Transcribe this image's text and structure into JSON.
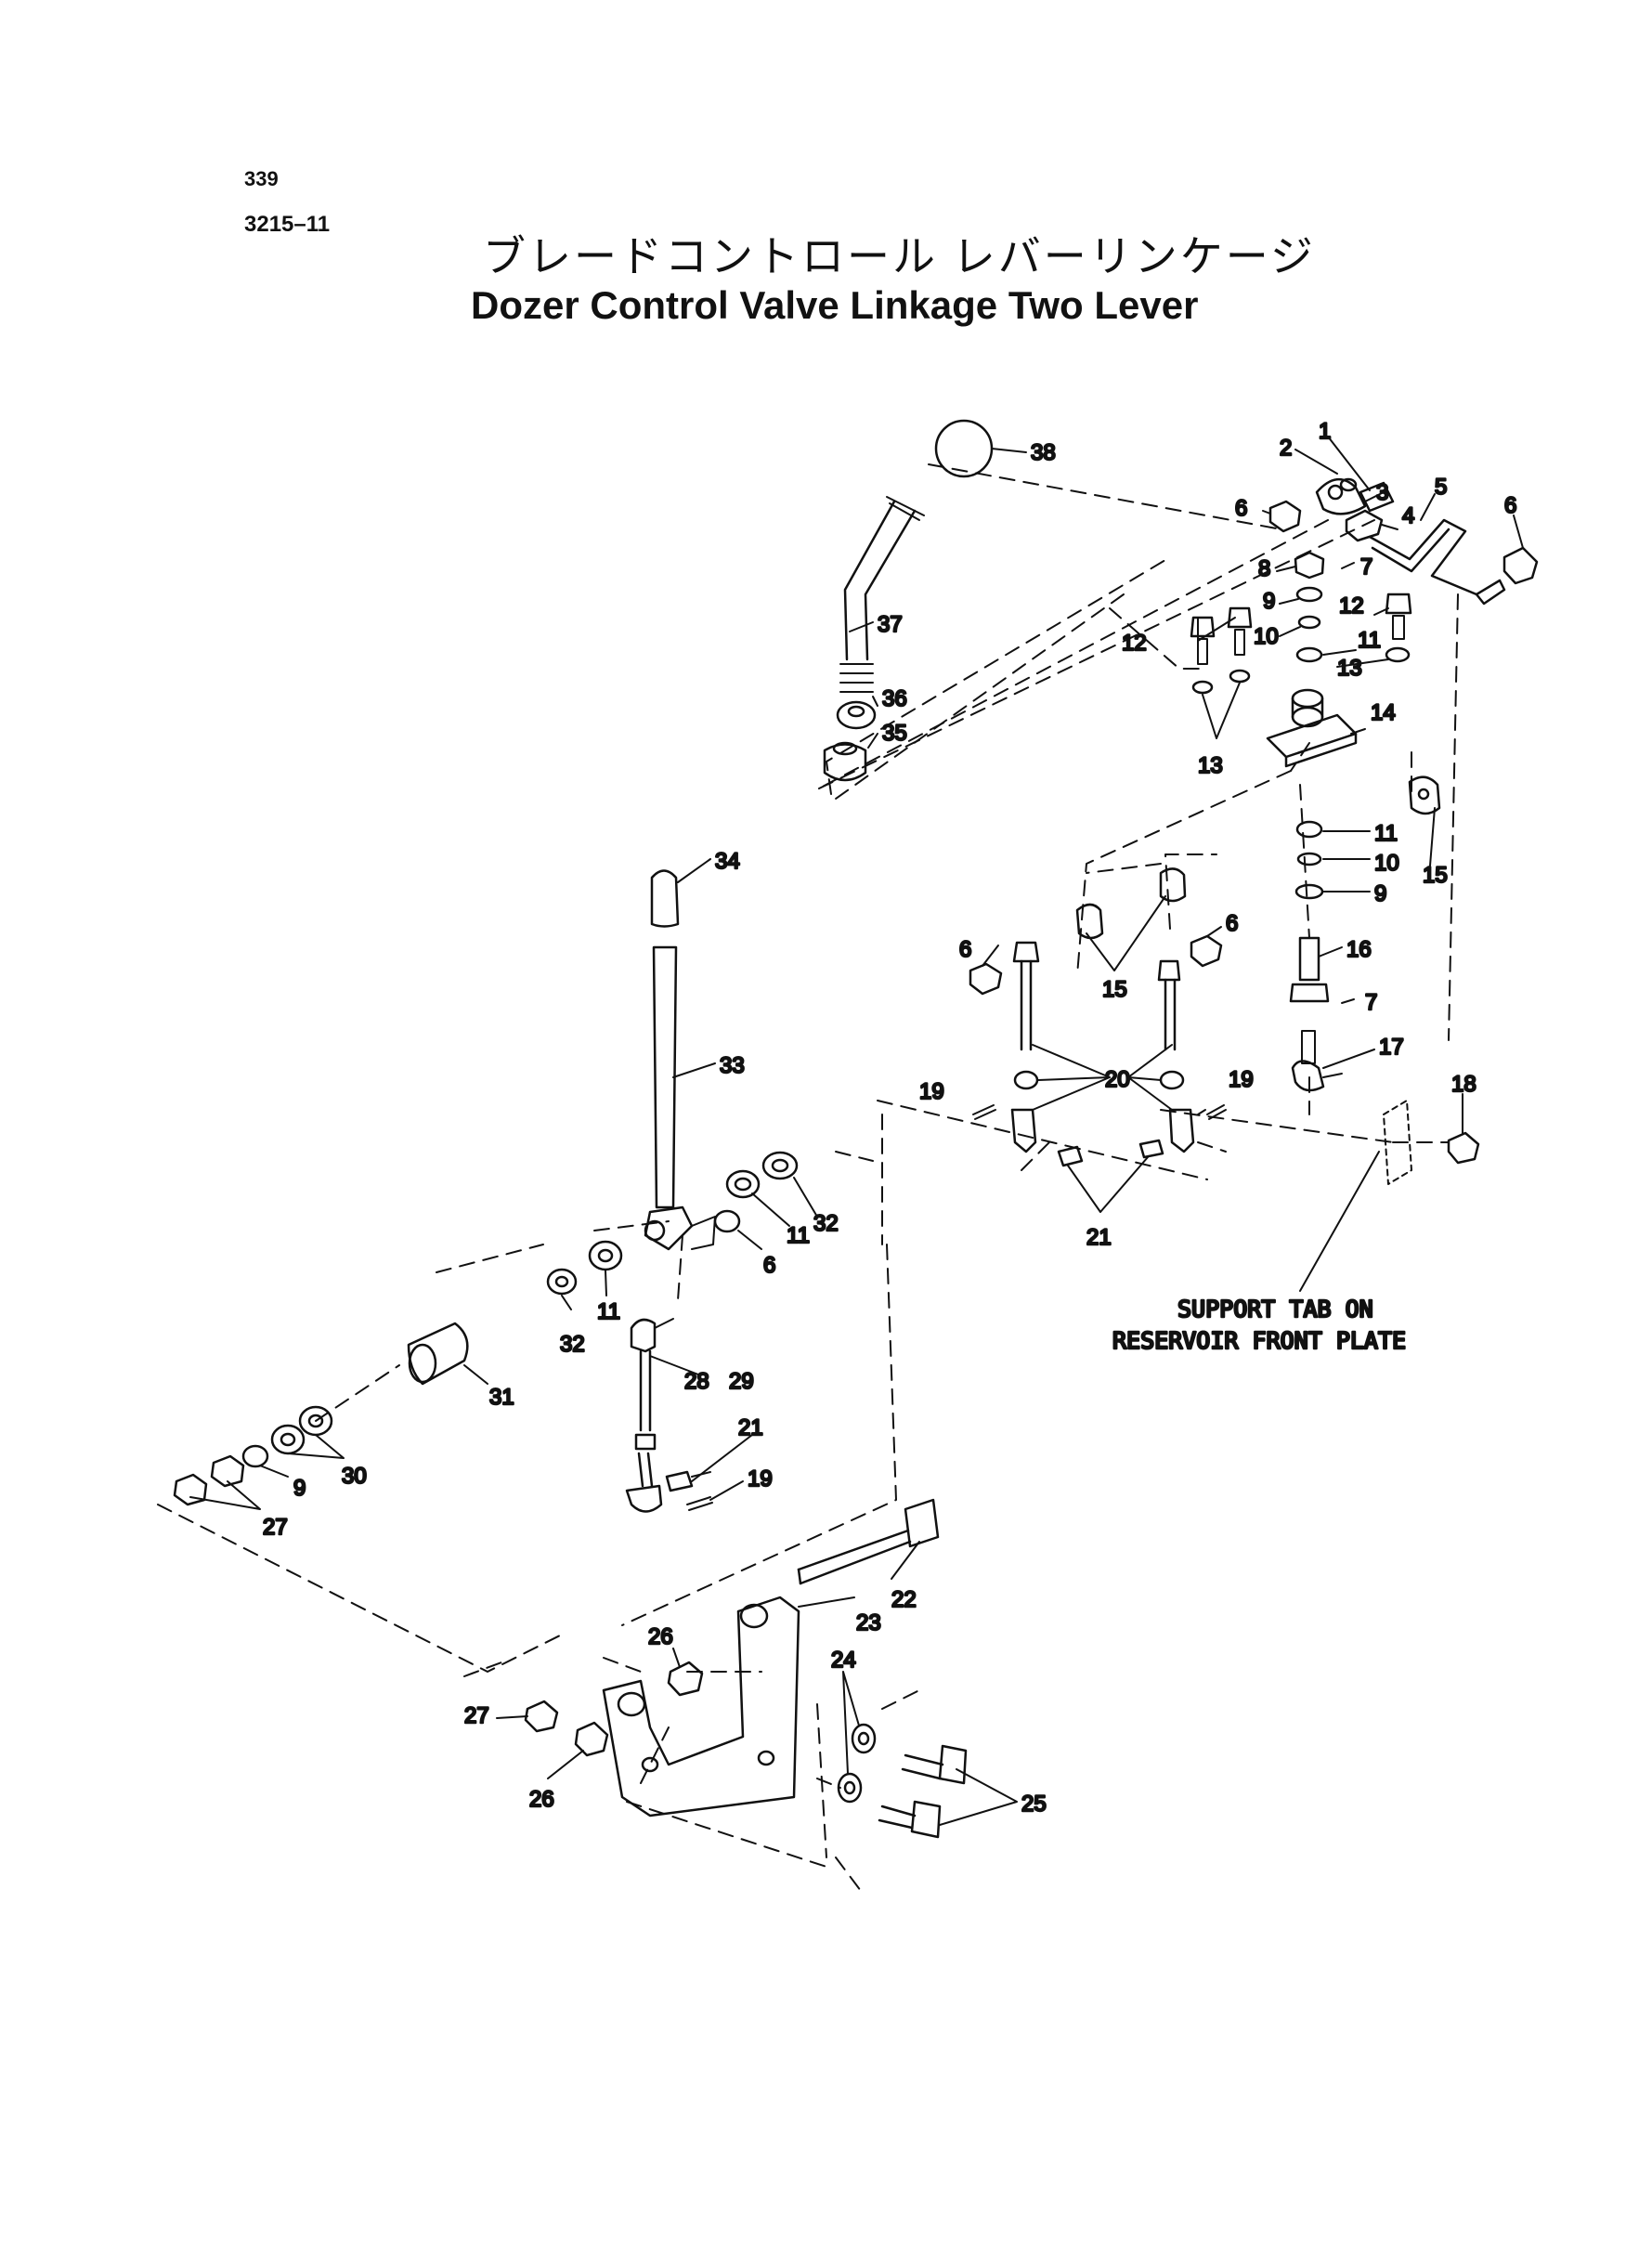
{
  "header": {
    "page_number": "339",
    "document_number": "3215–11",
    "title_japanese": "ブレードコントロール レバーリンケージ",
    "title_english": "Dozer Control Valve Linkage Two Lever"
  },
  "diagram": {
    "callouts": {
      "c1": "1",
      "c2": "2",
      "c3": "3",
      "c4": "4",
      "c5": "5",
      "c6a": "6",
      "c6b": "6",
      "c6c": "6",
      "c6d": "6",
      "c6e": "6",
      "c7a": "7",
      "c7b": "7",
      "c8": "8",
      "c9a": "9",
      "c9b": "9",
      "c9c": "9",
      "c10a": "10",
      "c10b": "10",
      "c11a": "11",
      "c11b": "11",
      "c11c": "11",
      "c11d": "11",
      "c12a": "12",
      "c12b": "12",
      "c13a": "13",
      "c13b": "13",
      "c14": "14",
      "c15a": "15",
      "c15b": "15",
      "c16": "16",
      "c17": "17",
      "c18": "18",
      "c19a": "19",
      "c19b": "19",
      "c19c": "19",
      "c20": "20",
      "c21a": "21",
      "c21b": "21",
      "c22": "22",
      "c23": "23",
      "c24": "24",
      "c25": "25",
      "c26a": "26",
      "c26b": "26",
      "c27a": "27",
      "c27b": "27",
      "c28": "28",
      "c29": "29",
      "c30": "30",
      "c31": "31",
      "c32a": "32",
      "c32b": "32",
      "c33": "33",
      "c34": "34",
      "c35": "35",
      "c36": "36",
      "c37": "37",
      "c38": "38"
    },
    "note_line1": "SUPPORT TAB ON",
    "note_line2": "RESERVOIR FRONT PLATE"
  }
}
